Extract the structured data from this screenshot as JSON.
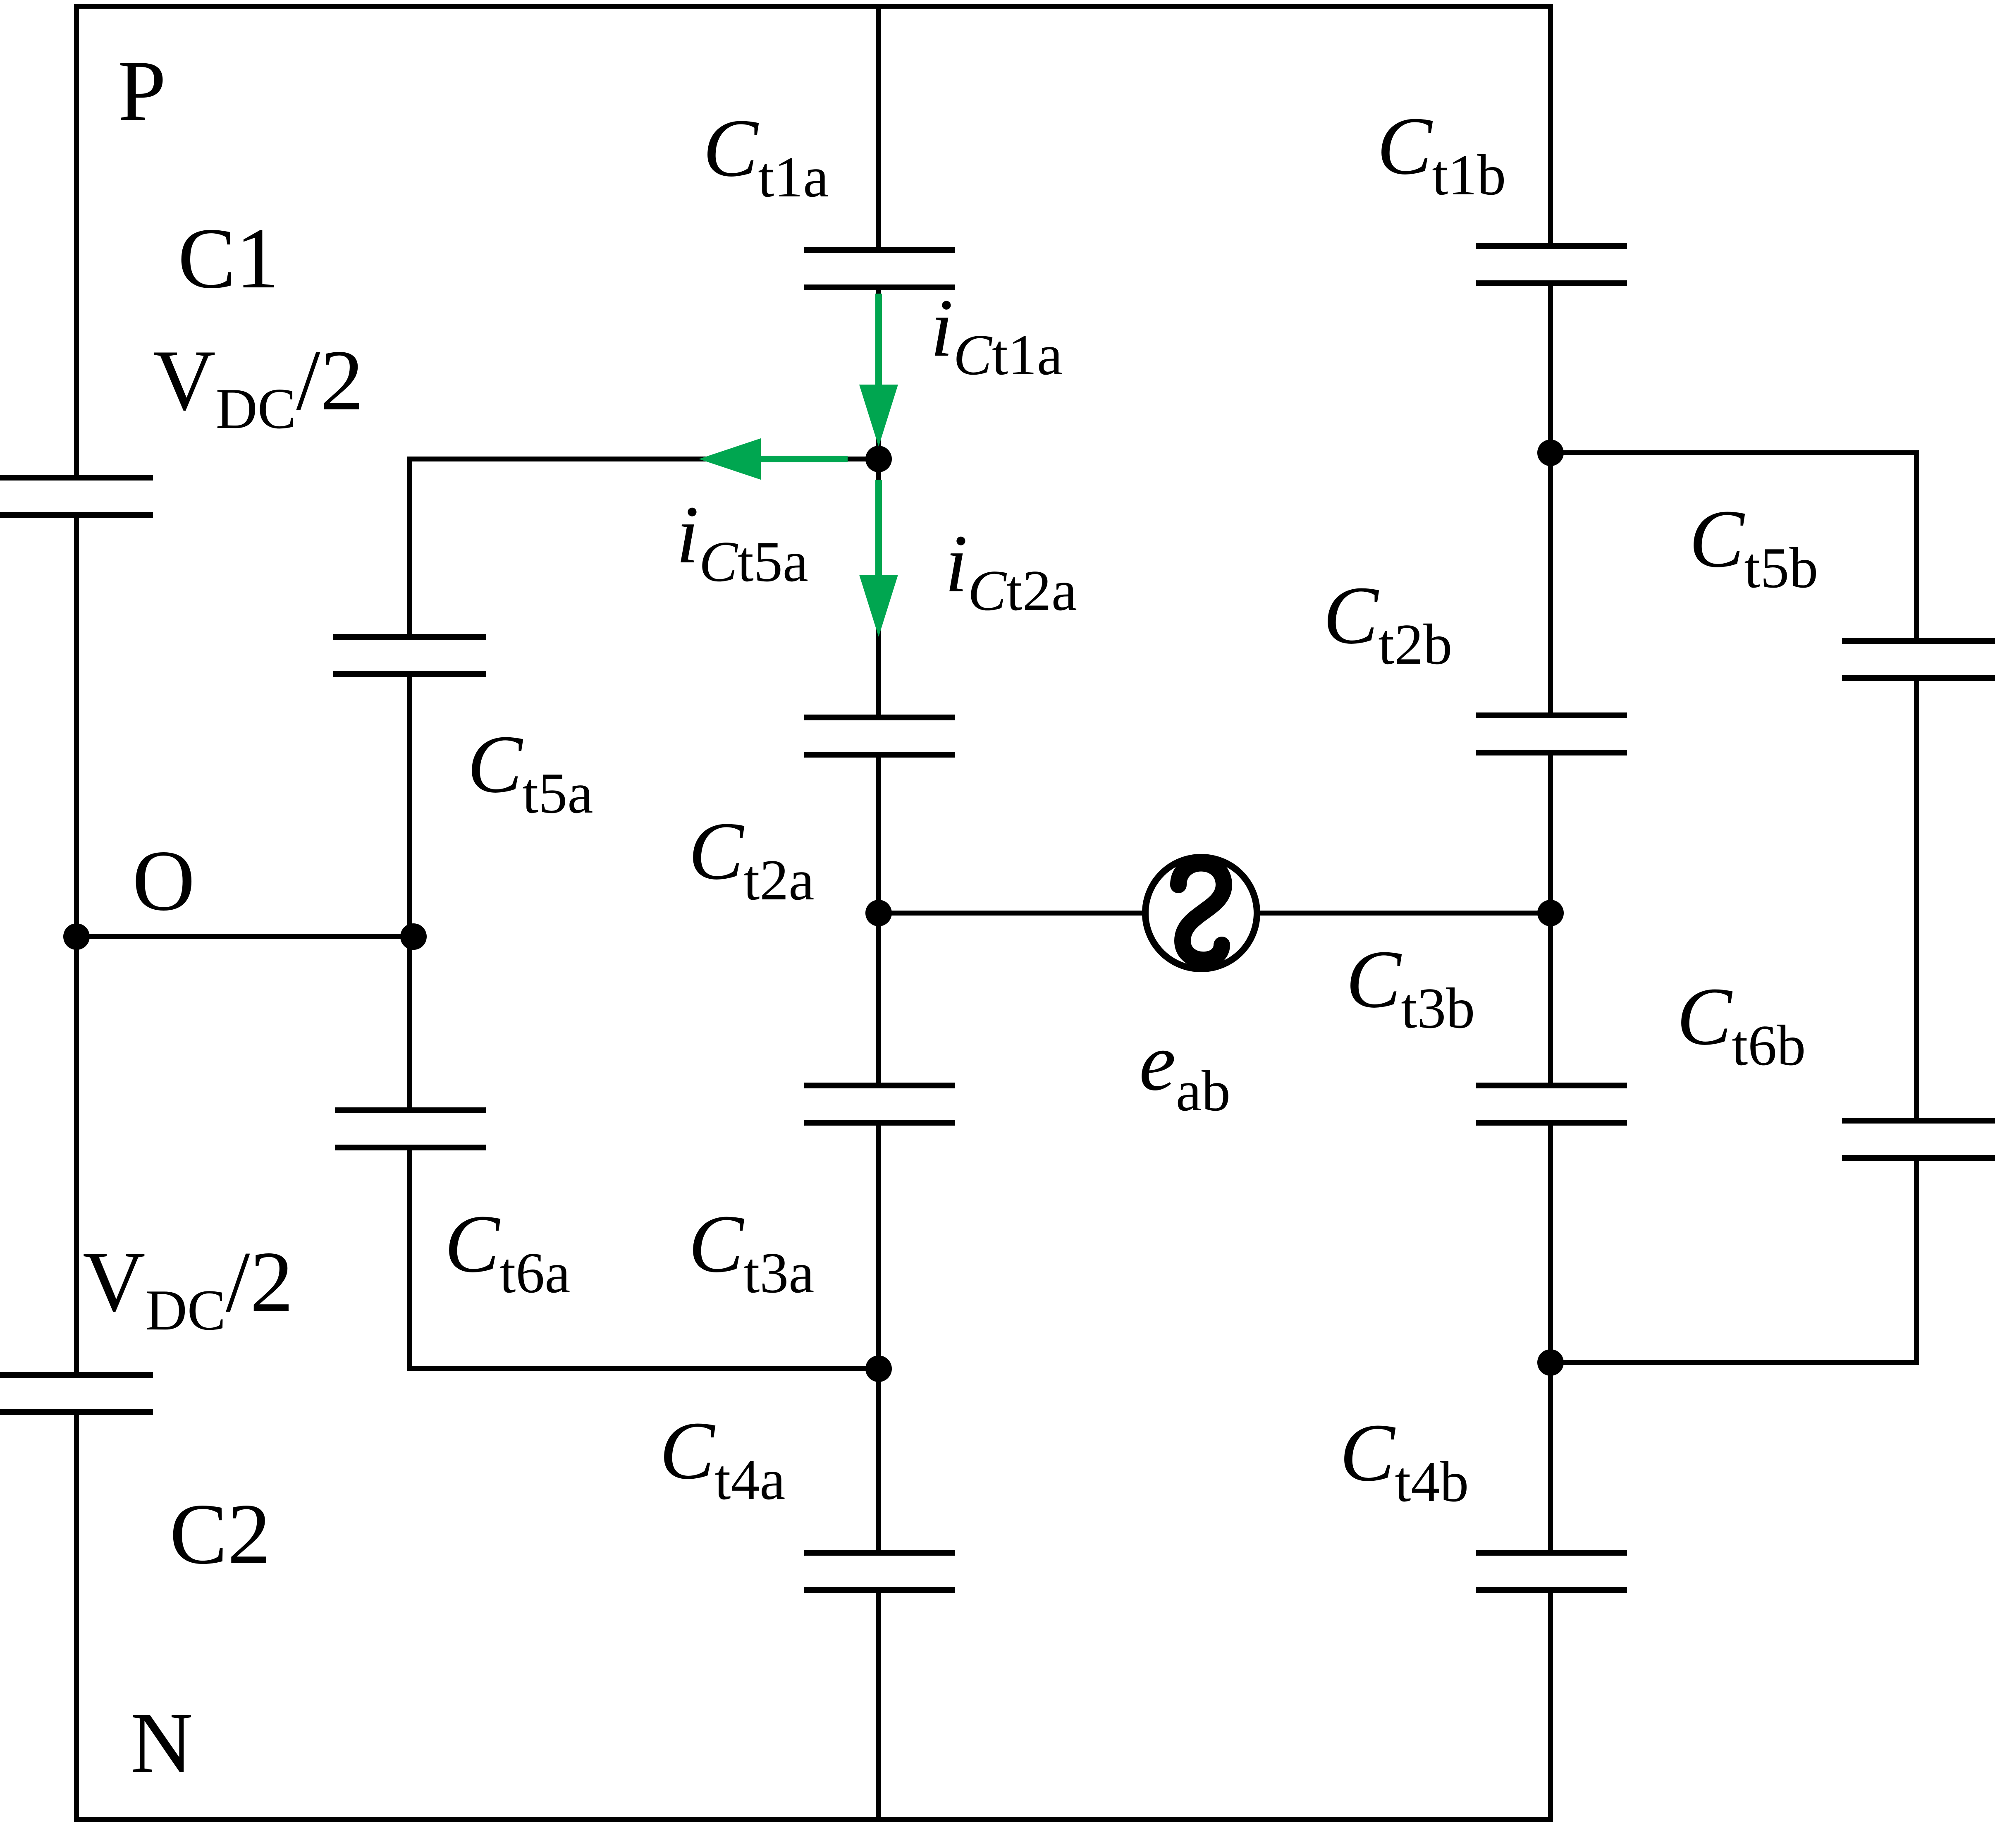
{
  "nodes": {
    "p": "P",
    "o": "O",
    "n": "N"
  },
  "dc_link": {
    "c1": {
      "name": "C1",
      "voltage_main": "V",
      "voltage_sub": "DC",
      "voltage_tail": "/2"
    },
    "c2": {
      "name": "C2",
      "voltage_main": "V",
      "voltage_sub": "DC",
      "voltage_tail": "/2"
    }
  },
  "capacitors": {
    "ct1a": {
      "main": "C",
      "sub": "t1a"
    },
    "ct2a": {
      "main": "C",
      "sub": "t2a"
    },
    "ct3a": {
      "main": "C",
      "sub": "t3a"
    },
    "ct4a": {
      "main": "C",
      "sub": "t4a"
    },
    "ct5a": {
      "main": "C",
      "sub": "t5a"
    },
    "ct6a": {
      "main": "C",
      "sub": "t6a"
    },
    "ct1b": {
      "main": "C",
      "sub": "t1b"
    },
    "ct2b": {
      "main": "C",
      "sub": "t2b"
    },
    "ct3b": {
      "main": "C",
      "sub": "t3b"
    },
    "ct4b": {
      "main": "C",
      "sub": "t4b"
    },
    "ct5b": {
      "main": "C",
      "sub": "t5b"
    },
    "ct6b": {
      "main": "C",
      "sub": "t6b"
    }
  },
  "currents": {
    "ict1a": {
      "main": "i",
      "sub": "C",
      "sub2": "t1a"
    },
    "ict5a": {
      "main": "i",
      "sub": "C",
      "sub2": "t5a"
    },
    "ict2a": {
      "main": "i",
      "sub": "C",
      "sub2": "t2a"
    }
  },
  "source": {
    "main": "e",
    "sub": "ab"
  },
  "colors": {
    "wire": "#000000",
    "current_arrow": "#00a650",
    "background": "#ffffff"
  }
}
